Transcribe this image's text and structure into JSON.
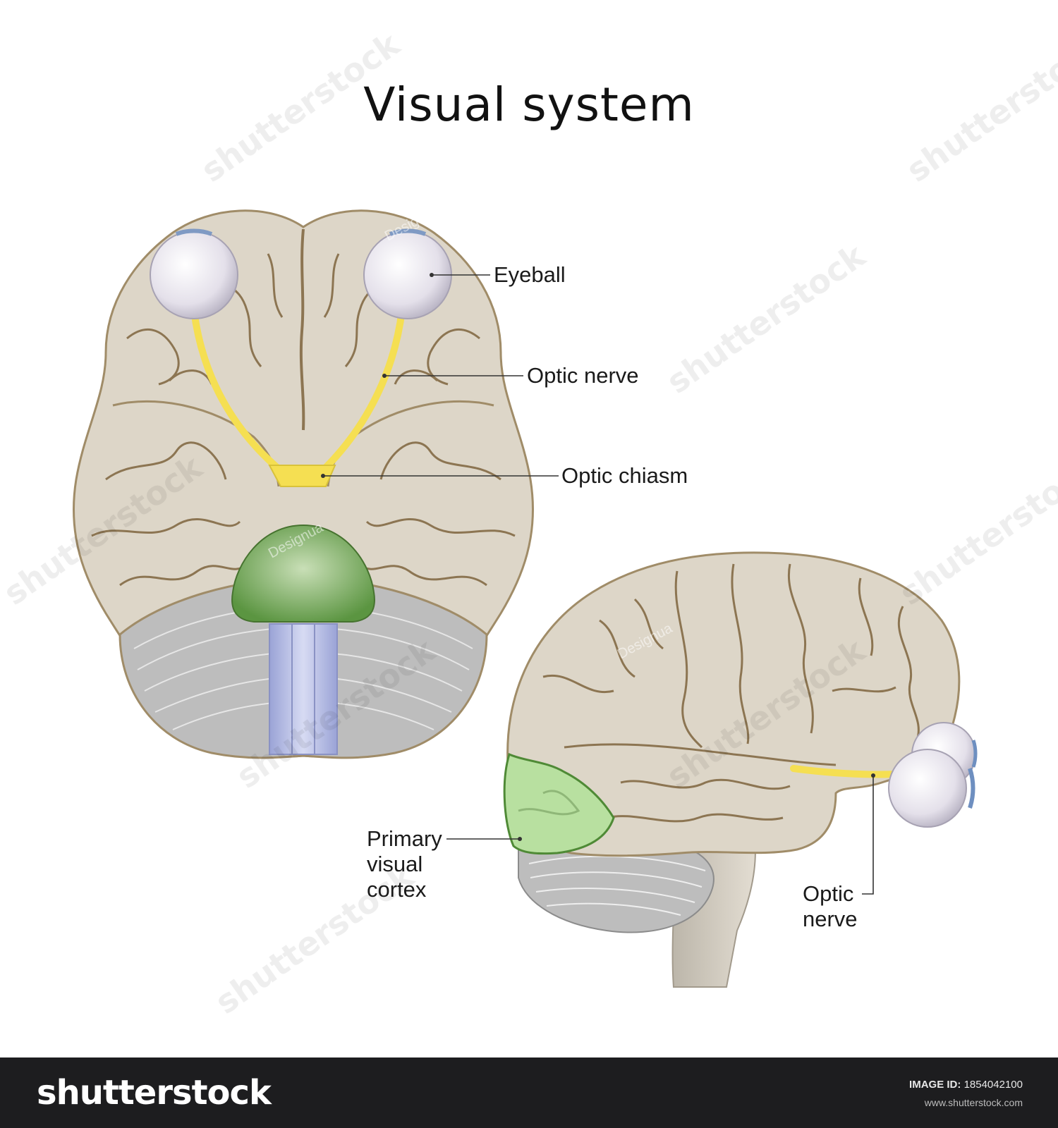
{
  "title": "Visual system",
  "labels": {
    "eyeball": "Eyeball",
    "optic_nerve_top": "Optic nerve",
    "optic_chiasm": "Optic chiasm",
    "primary_visual_cortex": [
      "Primary",
      "visual",
      "cortex"
    ],
    "optic_nerve_side": [
      "Optic",
      "nerve"
    ]
  },
  "watermarks": {
    "author": "Designua",
    "stock": "shutterstock"
  },
  "footer": {
    "brand": "shutterstock",
    "image_id_label": "IMAGE ID:",
    "image_id": "1854042100",
    "site": "www.shutterstock.com"
  },
  "colors": {
    "cortex": "#ddd6c8",
    "cortex_outline": "#a08c68",
    "sulcus": "#8c7552",
    "optic_nerve": "#f5df52",
    "eyeball": "#ece9f1",
    "pons": "#5f9a45",
    "visual_cortex": "#b8e0a0",
    "cerebellum": "#bdbdbd",
    "brainstem": "#b7bee6"
  }
}
